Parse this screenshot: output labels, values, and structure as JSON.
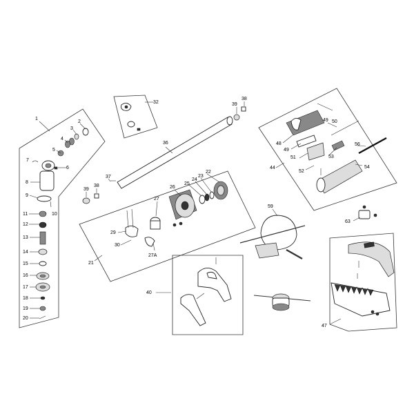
{
  "callouts": {
    "c1": "1",
    "c2": "2",
    "c3": "3",
    "c4": "4",
    "c5": "5",
    "c6": "6",
    "c7": "7",
    "c8": "8",
    "c9": "9",
    "c10": "10",
    "c11": "11",
    "c12": "12",
    "c13": "13",
    "c14": "14",
    "c15": "15",
    "c16": "16",
    "c17": "17",
    "c18": "18",
    "c19": "19",
    "c20": "20",
    "c21": "21",
    "c22": "22",
    "c23": "23",
    "c24": "24",
    "c25": "25",
    "c26": "26",
    "c27": "27",
    "c27a": "27A",
    "c29": "29",
    "c30": "30",
    "c32": "32",
    "c36": "36",
    "c37": "37",
    "c38a": "38",
    "c38b": "38",
    "c39a": "39",
    "c39b": "39",
    "c40": "40",
    "c44": "44",
    "c47": "47",
    "c48": "48",
    "c49a": "49",
    "c49b": "49",
    "c50": "50",
    "c51": "51",
    "c52": "52",
    "c53": "53",
    "c54": "54",
    "c56": "56",
    "c59": "59",
    "c63": "63"
  }
}
